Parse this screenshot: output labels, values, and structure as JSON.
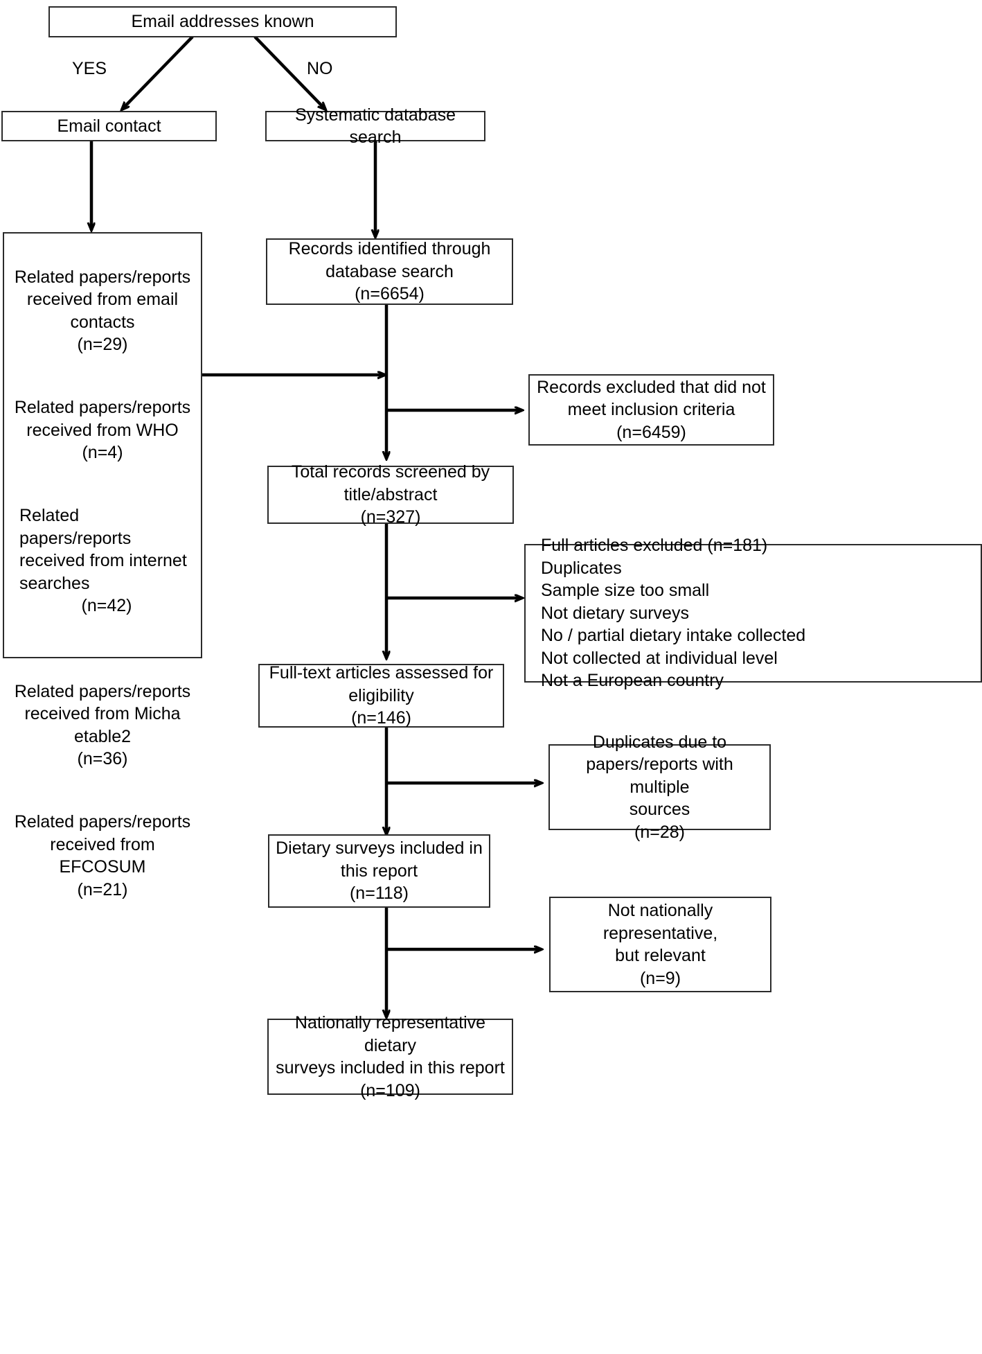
{
  "diagram": {
    "title": "Study selection flow diagram",
    "colors": {
      "stroke": "#2b2b2b",
      "text": "#000000",
      "background": "#ffffff"
    },
    "edge_labels": {
      "yes": "YES",
      "no": "NO"
    },
    "nodes": {
      "email_addresses_known": "Email addresses known",
      "email_contact": "Email contact",
      "systematic_database_search": "Systematic database search",
      "records_identified": "Records identified through\ndatabase search\n(n=6654)",
      "records_excluded": "Records excluded that did not\nmeet inclusion criteria\n(n=6459)",
      "total_records_screened": "Total records screened by\ntitle/abstract\n(n=327)",
      "full_text_assessed": "Full-text articles assessed for\neligibility\n(n=146)",
      "duplicates_multiple_sources": "Duplicates due to\npapers/reports with multiple\nsources\n(n=28)",
      "dietary_surveys_included": "Dietary surveys included in\nthis report\n(n=118)",
      "not_nationally_representative": "Not nationally representative,\nbut relevant\n(n=9)",
      "nationally_representative": "Nationally representative dietary\nsurveys included in this report\n(n=109)"
    },
    "related_sources_box": {
      "groups": [
        {
          "head": "Related papers/reports\nreceived from email\ncontacts",
          "count": "(n=29)"
        },
        {
          "head": "Related papers/reports\nreceived from WHO",
          "count": "(n=4)"
        },
        {
          "head": "Related papers/reports\nreceived from internet\nsearches",
          "count": "(n=42)"
        },
        {
          "head": "Related papers/reports\nreceived from Micha\netable2",
          "count": "(n=36)"
        },
        {
          "head": "Related papers/reports\nreceived from EFCOSUM",
          "count": "(n=21)"
        }
      ]
    },
    "full_articles_excluded": {
      "lines": [
        "Full articles excluded (n=181)",
        "Duplicates",
        "Sample size too small",
        "Not dietary surveys",
        "No / partial dietary intake collected",
        "Not collected at individual level",
        "Not a European country"
      ]
    }
  }
}
